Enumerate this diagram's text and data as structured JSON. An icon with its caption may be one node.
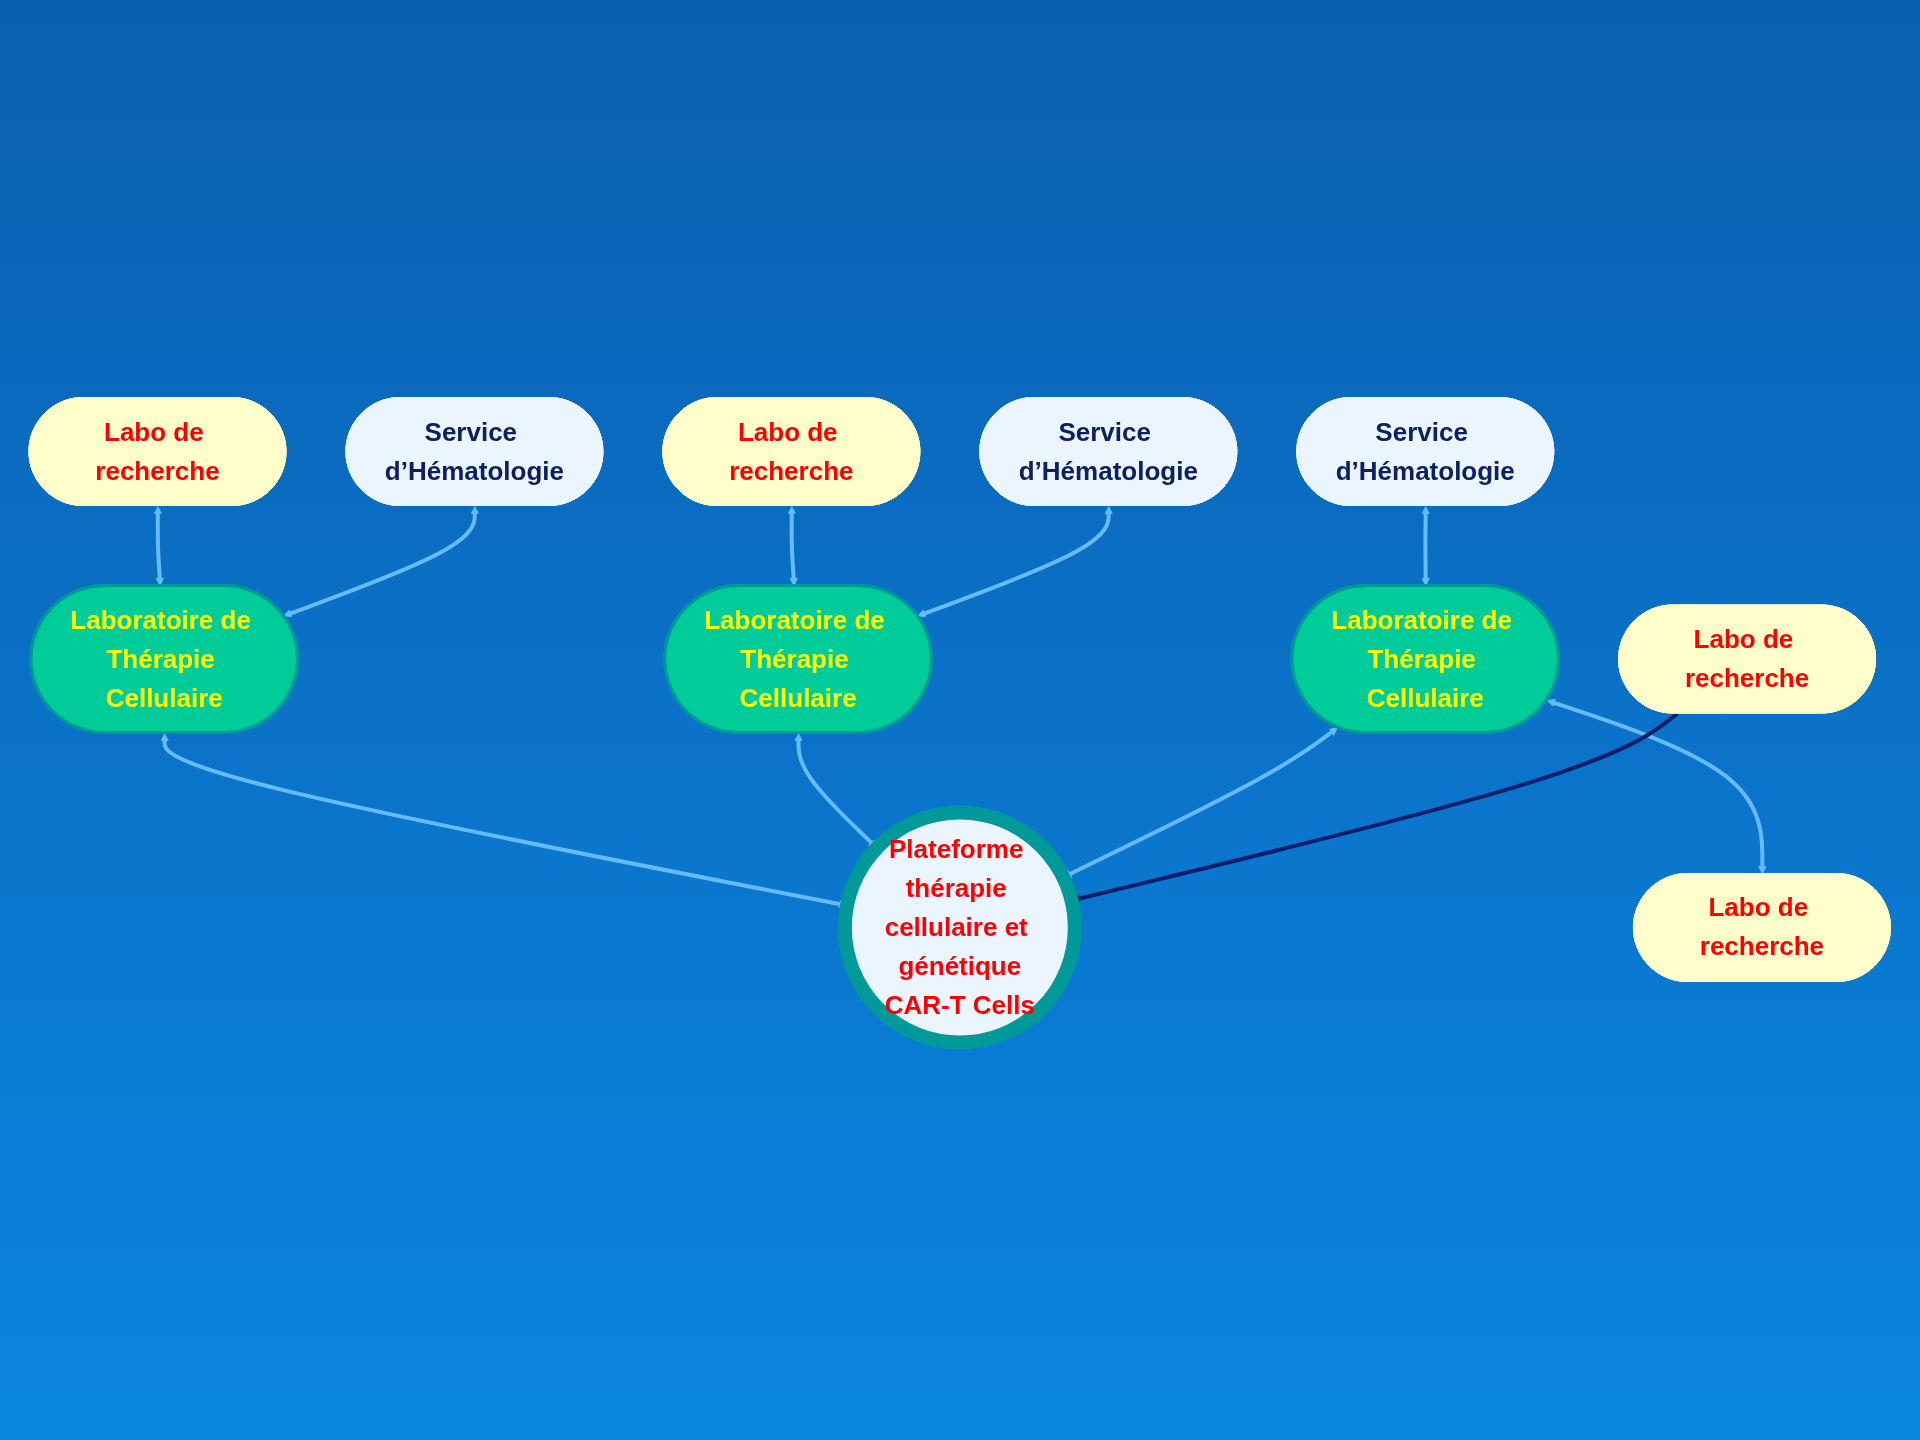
{
  "diagram": {
    "nodes": [
      {
        "text": [
          "Labo de recherche"
        ]
      },
      {
        "text": [
          "Service d’Hématologie"
        ]
      },
      {
        "text": [
          "Laboratoire de Thérapie Cellulaire"
        ]
      },
      {
        "text": [
          "Labo de recherche"
        ]
      },
      {
        "text": [
          "Service d’Hématologie"
        ]
      },
      {
        "text": [
          "Laboratoire de Thérapie Cellulaire"
        ]
      },
      {
        "text": [
          "Plateforme thérapie cellulaire et génétique",
          "CAR-T Cells"
        ]
      },
      {
        "text": [
          "Service d’Hématologie"
        ]
      },
      {
        "text": [
          "Laboratoire de Thérapie Cellulaire"
        ]
      },
      {
        "text": [
          "Labo de recherche"
        ]
      },
      {
        "text": [
          "Labo de recherche"
        ]
      }
    ],
    "edges": [
      {
        "from": 0,
        "to": 2,
        "arrow": "both"
      },
      {
        "from": 1,
        "to": 2,
        "arrow": "both"
      },
      {
        "from": 2,
        "to": 6,
        "arrow": "both"
      },
      {
        "from": 3,
        "to": 5,
        "arrow": "both"
      },
      {
        "from": 4,
        "to": 5,
        "arrow": "both"
      },
      {
        "from": 5,
        "to": 6,
        "arrow": "both"
      },
      {
        "from": 7,
        "to": 8,
        "arrow": "both"
      },
      {
        "from": 8,
        "to": 6,
        "arrow": "both"
      },
      {
        "from": 8,
        "to": 9,
        "arrow": "both"
      },
      {
        "from": 10,
        "to": 6,
        "arrow": "to",
        "color": "#0a1f6b"
      }
    ]
  }
}
